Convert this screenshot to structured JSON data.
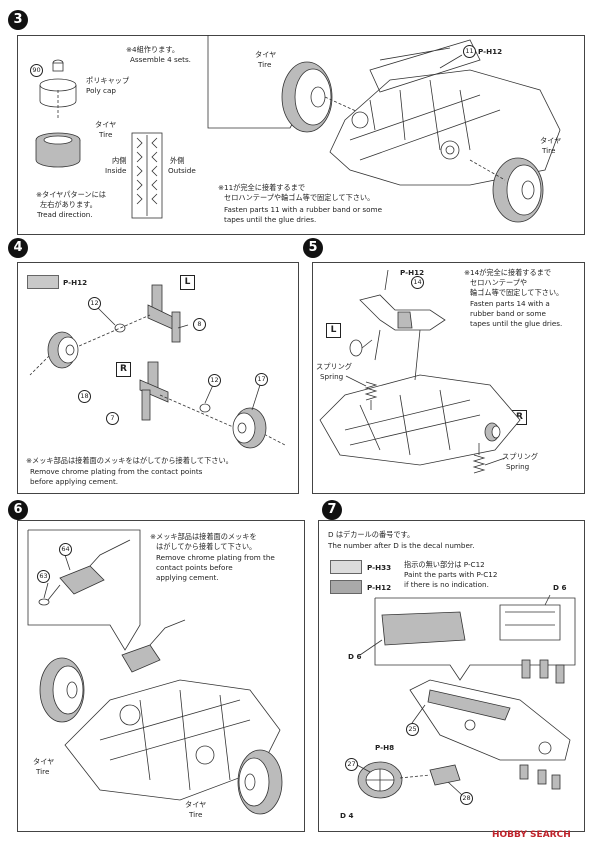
{
  "step3": {
    "num": "3",
    "sets_jp": "※4組作ります。",
    "sets_en": "Assemble 4 sets.",
    "p90": "90",
    "polycap_jp": "ポリキャップ",
    "polycap_en": "Poly cap",
    "tire_jp": "タイヤ",
    "tire_en": "Tire",
    "inside_jp": "内側",
    "inside_en": "Inside",
    "outside_jp": "外側",
    "outside_en": "Outside",
    "tread_jp1": "※タイヤパターンには",
    "tread_jp2": "左右があります。",
    "tread_en": "Tread direction.",
    "tire2_jp": "タイヤ",
    "tire2_en": "Tire",
    "tire3_jp": "タイヤ",
    "tire3_en": "Tire",
    "p11": "11",
    "paint": "P-H12",
    "note_jp1": "※11が完全に接着するまで",
    "note_jp2": "セロハンテープや輪ゴム等で固定して下さい。",
    "note_en1": "Fasten parts 11 with a rubber band or some",
    "note_en2": "tapes until the glue dries."
  },
  "step4": {
    "num": "4",
    "paint": "P-H12",
    "L": "L",
    "R": "R",
    "p12a": "12",
    "p8": "8",
    "p18": "18",
    "p12b": "12",
    "p17": "17",
    "p7": "7",
    "note_jp": "※メッキ部品は接着面のメッキをはがしてから接着して下さい。",
    "note_en1": "Remove chrome plating from the contact points",
    "note_en2": "before applying cement."
  },
  "step5": {
    "num": "5",
    "paint": "P-H12",
    "p14": "14",
    "note_jp1": "※14が完全に接着するまで",
    "note_jp2": "セロハンテープや",
    "note_jp3": "輪ゴム等で固定して下さい。",
    "note_en1": "Fasten parts 14 with a",
    "note_en2": "rubber band or some",
    "note_en3": "tapes until the glue dries.",
    "L": "L",
    "R": "R",
    "spring1_jp": "スプリング",
    "spring1_en": "Spring",
    "spring2_jp": "スプリング",
    "spring2_en": "Spring"
  },
  "step6": {
    "num": "6",
    "p64": "64",
    "p63": "63",
    "note_jp1": "※メッキ部品は接着面のメッキを",
    "note_jp2": "はがしてから接着して下さい。",
    "note_en1": "Remove chrome plating from the",
    "note_en2": "contact points before",
    "note_en3": "applying cement.",
    "tire1_jp": "タイヤ",
    "tire1_en": "Tire",
    "tire2_jp": "タイヤ",
    "tire2_en": "Tire"
  },
  "step7": {
    "num": "7",
    "decal_jp": "D はデカールの番号です。",
    "decal_en": "The number after D is the decal number.",
    "paint1": "P-H33",
    "paint2": "P-H12",
    "nodef_jp": "指示の無い部分は P-C12",
    "nodef_en1": "Paint the parts with P-C12",
    "nodef_en2": "if there is no indication.",
    "d6a": "D 6",
    "d6b": "D 6",
    "d4": "D 4",
    "p25": "25",
    "p27": "27",
    "p28": "28",
    "paint3": "P-H8"
  },
  "watermark": "HOBBY SEARCH",
  "colors": {
    "swatch_grey": "#c9c9c9",
    "swatch_dark": "#a9a9a9",
    "logo_red": "#c0232b"
  }
}
